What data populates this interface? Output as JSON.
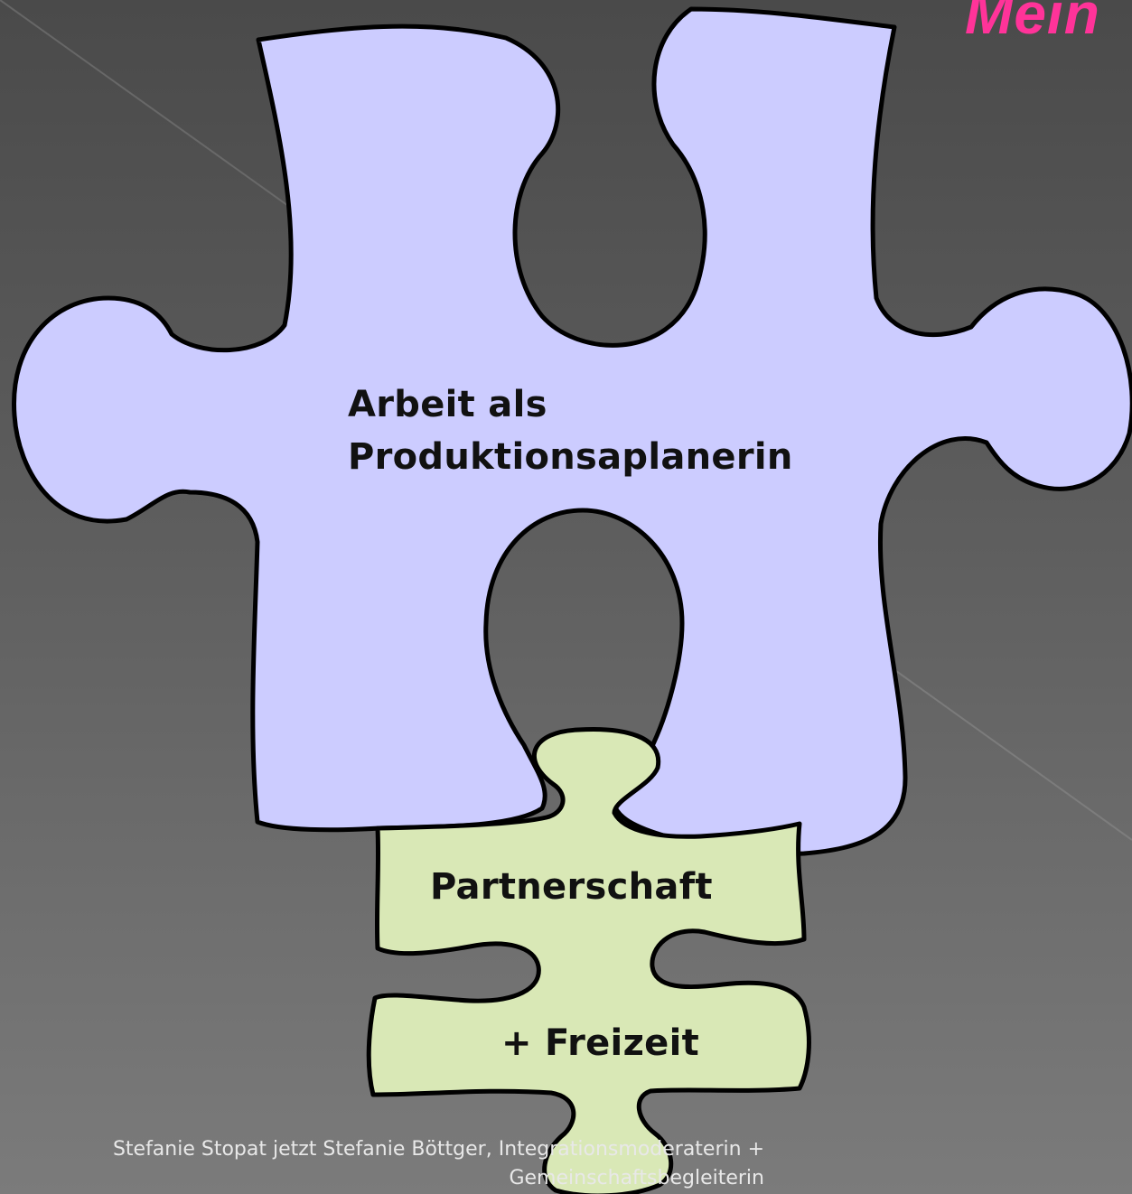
{
  "slide": {
    "title": "Mein",
    "title_color": "#ff3399",
    "background_colors": [
      "#4a4a4a",
      "#7b7b7b"
    ]
  },
  "big_piece": {
    "fill": "#ccccff",
    "line1": "Arbeit als",
    "line2": "Produktionsaplanerin"
  },
  "small_piece": {
    "fill": "#d9e8b6",
    "label_top": "Partnerschaft",
    "label_bottom": "+ Freizeit"
  },
  "footer": {
    "line1": "Stefanie Stopat jetzt Stefanie Böttger, Integrationsmoderaterin +",
    "line2": "Gemeinschaftsbegleiterin"
  }
}
